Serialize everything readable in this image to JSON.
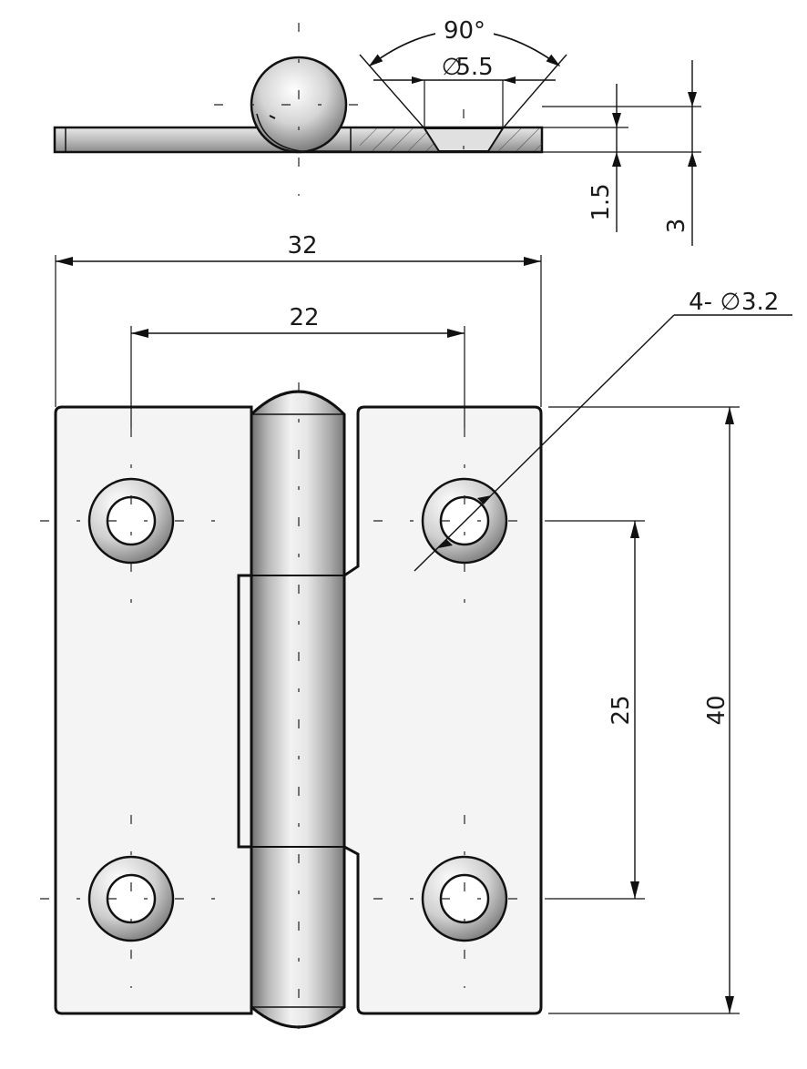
{
  "drawing": {
    "subject": "hinge",
    "views": [
      "side-section-view",
      "front-view"
    ]
  },
  "dimensions": {
    "angle": "90°",
    "countersink_diameter": "5.5",
    "leaf_thickness": "1.5",
    "knuckle_height": "3",
    "overall_width": "32",
    "hole_spacing_horizontal": "22",
    "hole_callout_prefix": "4-",
    "hole_diameter": "3.2",
    "hole_spacing_vertical": "25",
    "overall_height": "40"
  },
  "symbols": {
    "diameter": "∅"
  },
  "colors": {
    "line": "#111111",
    "metal_light": "#f4f4f4",
    "metal_dark": "#7a7a7a",
    "background": "#ffffff"
  }
}
